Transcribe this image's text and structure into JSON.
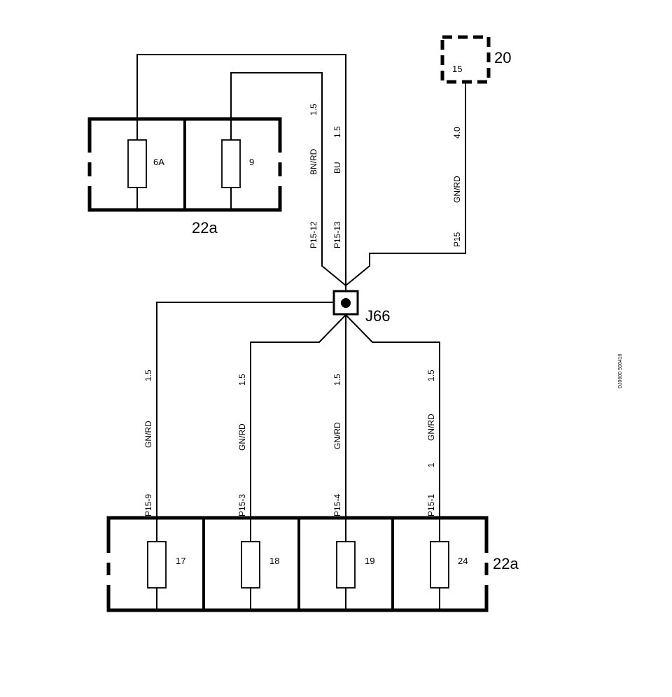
{
  "components": {
    "upper_fuse_box_label": "22a",
    "lower_fuse_box_label": "22a",
    "connector_label": "J66",
    "component_20": {
      "label": "20",
      "pin": "15"
    },
    "upper_fuses": [
      "6A",
      "9"
    ],
    "lower_fuses": [
      "17",
      "18",
      "19",
      "24"
    ]
  },
  "wires": {
    "w_p15_12": {
      "pin": "P15-12",
      "color": "BN/RD",
      "size": "1.5"
    },
    "w_p15_13": {
      "pin": "P15-13",
      "color": "BU",
      "size": "1.5"
    },
    "w_p15": {
      "pin": "P15",
      "color": "GN/RD",
      "size": "4.0"
    },
    "w_p15_9": {
      "pin": "P15-9",
      "color": "GN/RD",
      "size": "1.5"
    },
    "w_p15_3": {
      "pin": "P15-3",
      "color": "GN/RD",
      "size": "1.5"
    },
    "w_p15_4": {
      "pin": "P15-4",
      "color": "GN/RD",
      "size": "1.5"
    },
    "w_p15_1": {
      "pin": "P15-1",
      "color": "GN/RD",
      "size": "1.5",
      "extra": "1"
    }
  },
  "reference_code": "DJ0600 500416"
}
